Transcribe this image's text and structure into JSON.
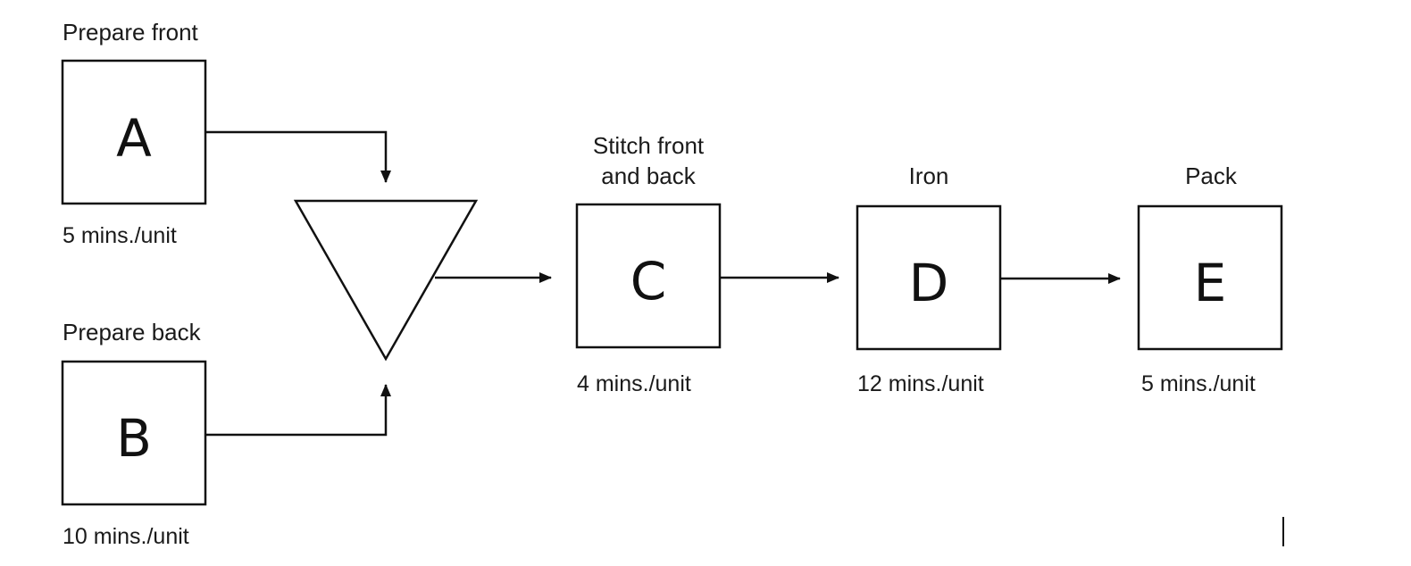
{
  "diagram": {
    "line_color": "#111111",
    "background": "#ffffff",
    "stations": [
      {
        "id": "A",
        "letter": "A",
        "label": "Prepare front",
        "time": "5 mins./unit"
      },
      {
        "id": "B",
        "letter": "B",
        "label": "Prepare back",
        "time": "10 mins./unit"
      },
      {
        "id": "C",
        "letter": "C",
        "label_line1": "Stitch front",
        "label_line2": "and back",
        "time": "4 mins./unit"
      },
      {
        "id": "D",
        "letter": "D",
        "label": "Iron",
        "time": "12 mins./unit"
      },
      {
        "id": "E",
        "letter": "E",
        "label": "Pack",
        "time": "5 mins./unit"
      }
    ],
    "inventory_symbol": "inverted-triangle",
    "flows": [
      {
        "from": "A",
        "to": "inventory"
      },
      {
        "from": "B",
        "to": "inventory"
      },
      {
        "from": "inventory",
        "to": "C"
      },
      {
        "from": "C",
        "to": "D"
      },
      {
        "from": "D",
        "to": "E"
      }
    ]
  }
}
